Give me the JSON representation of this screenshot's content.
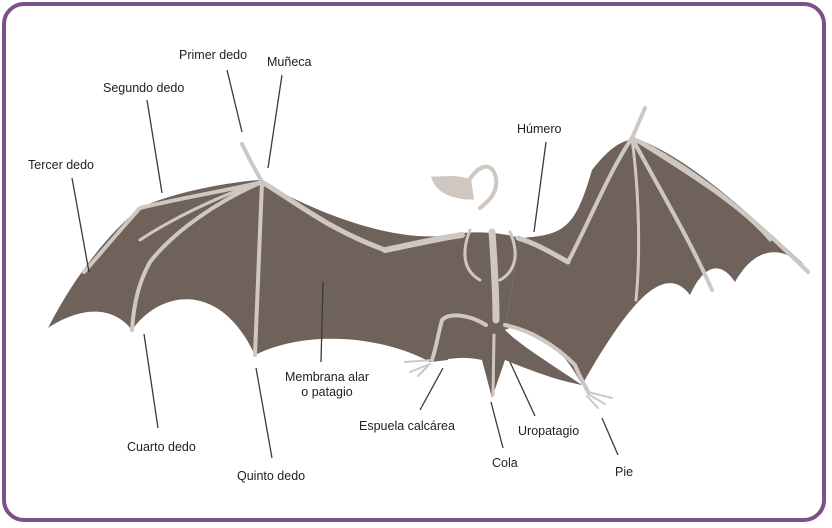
{
  "colors": {
    "frame": "#7b5287",
    "membrane": "#6e625b",
    "bone": "#cfc8c2",
    "leader": "#3a3a3a"
  },
  "labels": {
    "primer_dedo": "Primer dedo",
    "muneca": "Muñeca",
    "segundo_dedo": "Segundo dedo",
    "tercer_dedo": "Tercer dedo",
    "humero": "Húmero",
    "membrana": "Membrana alar\no patagio",
    "espuela": "Espuela calcárea",
    "uropatagio": "Uropatagio",
    "cuarto_dedo": "Cuarto dedo",
    "quinto_dedo": "Quinto dedo",
    "cola": "Cola",
    "pie": "Pie"
  }
}
